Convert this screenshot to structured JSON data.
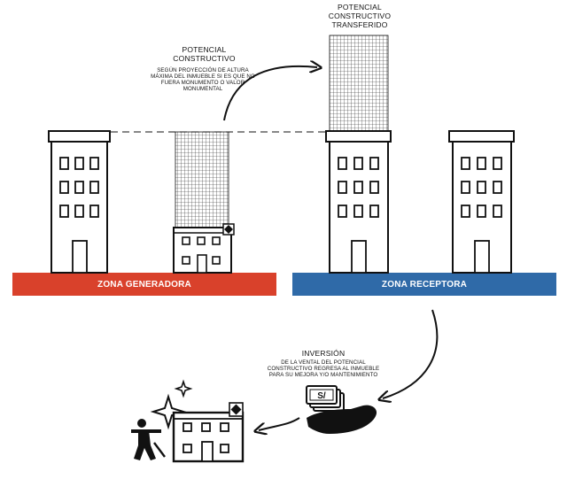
{
  "labels": {
    "potencial_title": "POTENCIAL CONSTRUCTIVO",
    "potencial_desc": "SEGÚN PROYECCIÓN DE ALTURA MÁXIMA DEL INMUEBLE SI ES QUE NO FUERA MONUMENTO O VALOR MONUMENTAL",
    "transferido_title": "POTENCIAL CONSTRUCTIVO TRANSFERIDO",
    "inversion_title": "INVERSIÓN",
    "inversion_desc": "DE LA VENTAL DEL POTENCIAL CONSTRUCTIVO REGRESA AL INMUEBLE PARA SU MEJORA Y/O MANTENIMIENTO",
    "money_symbol": "S/"
  },
  "zones": {
    "generadora": {
      "label": "ZONA GENERADORA",
      "color": "#d9412b"
    },
    "receptora": {
      "label": "ZONA RECEPTORA",
      "color": "#2f6aa8"
    }
  },
  "icons": [
    "building-icon",
    "grid-volume-icon",
    "sparkle-icon",
    "money-hand-icon",
    "worker-icon",
    "arrow-icon"
  ]
}
